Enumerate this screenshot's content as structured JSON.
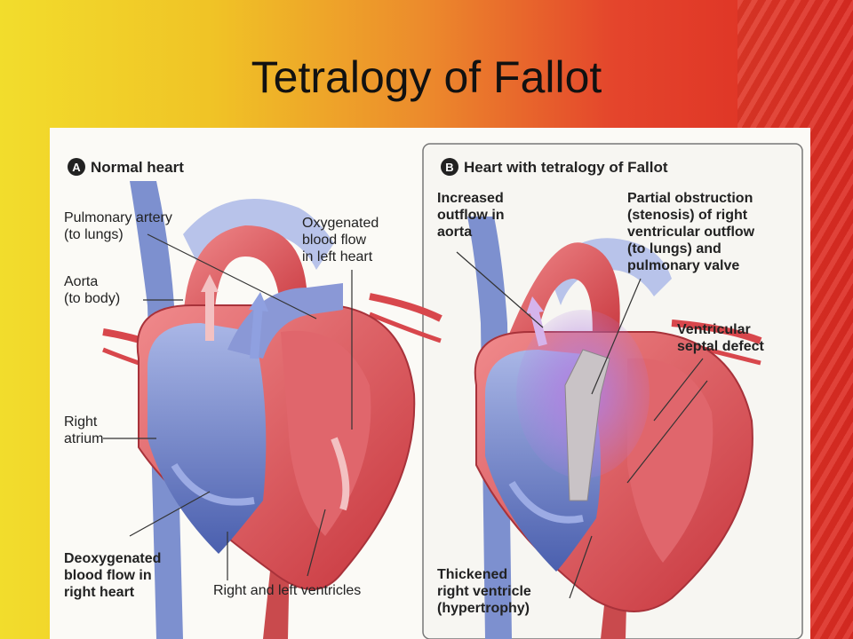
{
  "title": "Tetralogy of Fallot",
  "panel_a": {
    "badge": "A",
    "heading": "Normal heart",
    "labels": {
      "pulmonary_artery": "Pulmonary artery\n(to lungs)",
      "aorta": "Aorta\n(to body)",
      "oxygenated": "Oxygenated\nblood flow\nin left heart",
      "right_atrium": "Right\natrium",
      "deoxygenated": "Deoxygenated\nblood flow in\nright heart",
      "ventricles": "Right and left ventricles"
    }
  },
  "panel_b": {
    "badge": "B",
    "heading": "Heart with tetralogy of Fallot",
    "labels": {
      "increased_outflow": "Increased\noutflow in\naorta",
      "partial_obstruction": "Partial obstruction\n(stenosis) of right\nventricular outflow\n(to lungs) and\npulmonary valve",
      "vsd": "Ventricular\nseptal defect",
      "thickened": "Thickened\nright ventricle\n(hypertrophy)"
    }
  },
  "colors": {
    "blood_red": "#d8474c",
    "blood_blue": "#6c7fc4",
    "panel_bg": "#fbfaf6"
  }
}
